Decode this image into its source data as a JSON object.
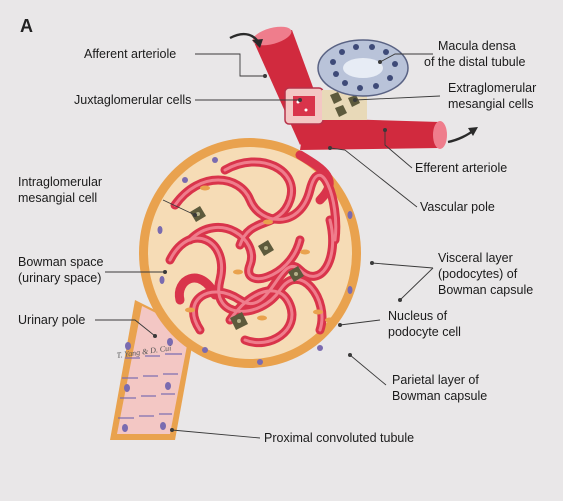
{
  "figure": {
    "panel_letter": "A",
    "signature": "T. Yang & D. Cui",
    "colors": {
      "background": "#e9e7e8",
      "capsule_wall": "#e9a24e",
      "urinary_space": "#f6dcb6",
      "capillary": "#d9344b",
      "capillary_light": "#ef7d8c",
      "arteriole": "#d12a3e",
      "macula_densa": "#b9c3d9",
      "mesangial_cell": "#5d5a3c",
      "nucleus": "#7a6bb0",
      "tubule": "#f3c7c4"
    }
  },
  "labels": {
    "afferent_arteriole": "Afferent arteriole",
    "juxtaglomerular_cells": "Juxtaglomerular cells",
    "macula_densa_1": "Macula densa",
    "macula_densa_2": "of the distal tubule",
    "extraglomerular_1": "Extraglomerular",
    "extraglomerular_2": "mesangial cells",
    "efferent_arteriole": "Efferent arteriole",
    "vascular_pole": "Vascular pole",
    "intraglomerular_1": "Intraglomerular",
    "intraglomerular_2": "mesangial cell",
    "bowman_space_1": "Bowman space",
    "bowman_space_2": "(urinary space)",
    "urinary_pole": "Urinary pole",
    "visceral_1": "Visceral layer",
    "visceral_2": "(podocytes) of",
    "visceral_3": "Bowman capsule",
    "nucleus_1": "Nucleus of",
    "nucleus_2": "podocyte cell",
    "parietal_1": "Parietal layer  of",
    "parietal_2": "Bowman capsule",
    "proximal_tubule": "Proximal convoluted tubule"
  }
}
